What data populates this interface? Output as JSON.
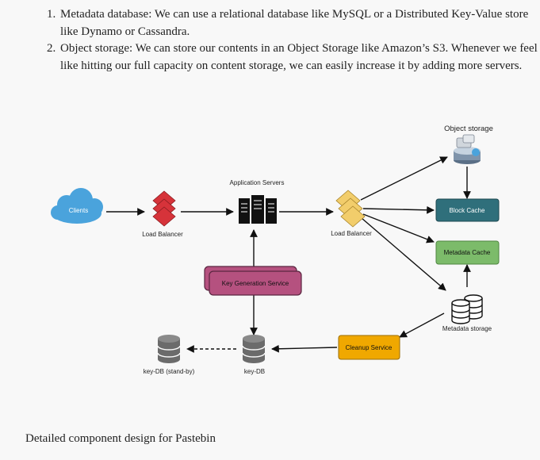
{
  "list_items": [
    "Metadata database: We can use a relational database like MySQL or a Distributed Key-Value store like Dynamo or Cassandra.",
    "Object storage: We can store our contents in an Object Storage like Amazon’s S3. Whenever we feel like hitting our full capacity on content storage, we can easily increase it by adding more servers."
  ],
  "diagram": {
    "clients": "Clients",
    "load_balancer_1": "Load Balancer",
    "application_servers": "Application Servers",
    "load_balancer_2": "Load Balancer",
    "object_storage": "Object storage",
    "block_cache": "Block Cache",
    "metadata_cache": "Metadata  Cache",
    "metadata_storage": "Metadata storage",
    "key_generation_service": "Key Generation Service",
    "cleanup_service": "Cleanup  Service",
    "key_db": "key-DB",
    "key_db_standby": "key-DB (stand-by)",
    "colors": {
      "clients": "#4aa3dc",
      "load_balancer_1": "#d6333a",
      "load_balancer_2": "#f2cd6b",
      "block_cache": "#2f6f7b",
      "metadata_cache": "#7cbb6a",
      "key_generation_service": "#b5517f",
      "cleanup_service": "#f0a800"
    }
  },
  "caption": "Detailed component design for Pastebin"
}
